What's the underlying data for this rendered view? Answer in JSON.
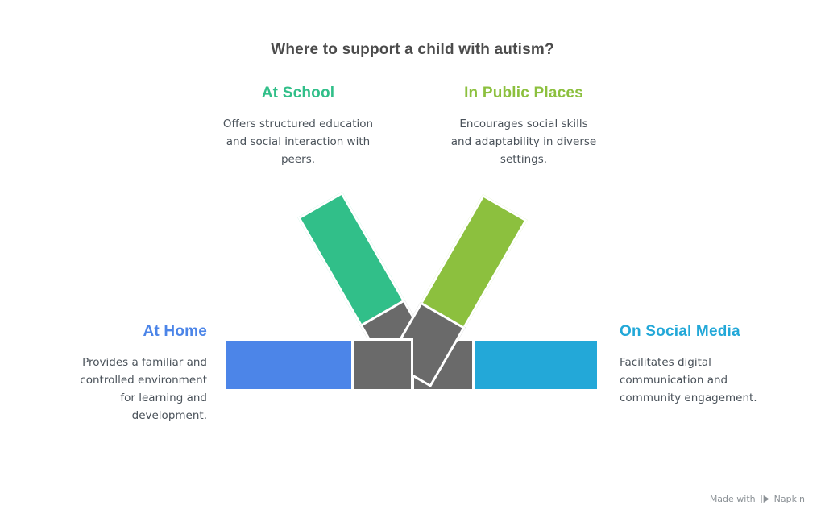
{
  "title": {
    "text": "Where to support a child with autism?",
    "color": "#4b4b4b"
  },
  "sections": {
    "school": {
      "title": "At School",
      "color": "#31bf89",
      "desc": "Offers structured education\nand social interaction with\npeers."
    },
    "public": {
      "title": "In Public Places",
      "color": "#8cc03e",
      "desc": "Encourages social skills\nand adaptability in diverse\nsettings."
    },
    "home": {
      "title": "At Home",
      "color": "#4c85e8",
      "desc": "Provides a familiar and\ncontrolled environment\nfor learning and\ndevelopment."
    },
    "social": {
      "title": "On Social Media",
      "color": "#23a8d8",
      "desc": "Facilitates digital\ncommunication and\ncommunity engagement."
    }
  },
  "graphic": {
    "head_color": "#6a6a6a",
    "outline_color": "#ffffff"
  },
  "text_colors": {
    "body": "#4a525a"
  },
  "watermark": {
    "made_with": "Made with",
    "brand": "Napkin",
    "color": "#8b9196",
    "icon": "napkin-logo-icon"
  }
}
